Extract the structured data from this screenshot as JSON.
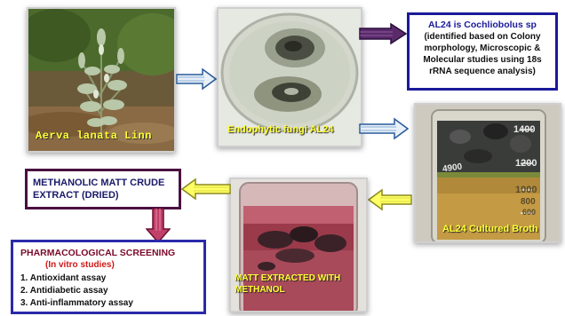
{
  "photos": {
    "plant_caption": "Aerva lanata Linn",
    "fungi_caption": "Endophytic fungi AL24",
    "broth_caption": "AL24 Cultured Broth",
    "broth_marks": [
      "1400",
      "1200",
      "1000",
      "800",
      "600",
      "4900"
    ],
    "matt_caption_line1": "MATT EXTRACTED WITH",
    "matt_caption_line2": "METHANOL"
  },
  "boxes": {
    "identification": {
      "line1": "AL24 is Cochliobolus sp",
      "line2": "(identified based on Colony",
      "line3": "morphology, Microscopic &",
      "line4": "Molecular studies using 18s",
      "line5": "rRNA sequence analysis)"
    },
    "crude_extract": {
      "line1": "METHANOLIC MATT CRUDE",
      "line2": "EXTRACT (DRIED)"
    },
    "screening": {
      "title": "PHARMACOLOGICAL SCREENING",
      "subtitle": "(In vitro studies)",
      "items": [
        "1. Antioxidant assay",
        "2. Antidiabetic assay",
        "3. Anti-inflammatory assay"
      ]
    }
  },
  "colors": {
    "caption_yellow": "#ffff33",
    "box_navy": "#1a1a9a",
    "box_purple": "#4a1040",
    "screen_title": "#7a0a2a",
    "screen_sub": "#d01818"
  }
}
